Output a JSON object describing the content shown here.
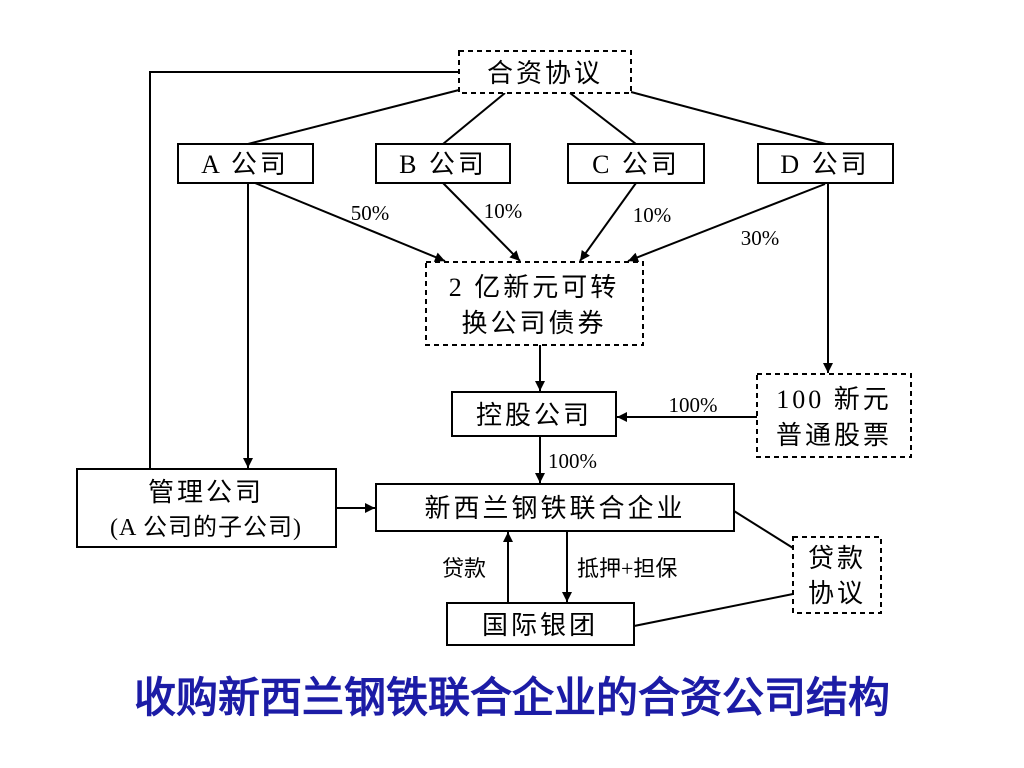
{
  "nodes": {
    "jv_agreement": "合资协议",
    "company_a": "A 公司",
    "company_b": "B 公司",
    "company_c": "C 公司",
    "company_d": "D 公司",
    "convertible_bond": [
      "2 亿新元可转",
      "换公司债券"
    ],
    "holding_company": "控股公司",
    "common_stock": [
      "100 新元",
      "普通股票"
    ],
    "management_company": [
      "管理公司",
      "(A 公司的子公司)"
    ],
    "nz_steel": "新西兰钢铁联合企业",
    "bank_syndicate": "国际银团",
    "loan_agreement": [
      "贷款",
      "协议"
    ]
  },
  "edge_labels": {
    "a_to_bond": "50%",
    "b_to_bond": "10%",
    "c_to_bond": "10%",
    "d_to_bond": "30%",
    "stock_to_holding": "100%",
    "holding_to_nz_steel": "100%",
    "loan": "贷款",
    "collateral": "抵押+担保"
  },
  "title": "收购新西兰钢铁联合企业的合资公司结构",
  "colors": {
    "title": "#1c1ca6",
    "line": "#000000"
  }
}
